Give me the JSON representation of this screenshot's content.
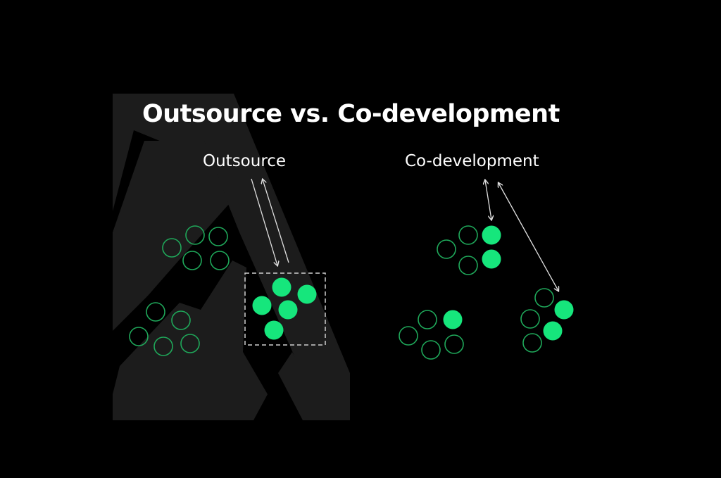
{
  "slide": {
    "title": "Outsource vs. Co-development",
    "outsource_label": "Outsource",
    "codev_label": "Co-development"
  },
  "colors": {
    "background": "#000000",
    "watermark": "#1c1c1c",
    "accent_green": "#16e67c",
    "outline_green": "#1fa85a",
    "arrow": "#e0e0e0"
  }
}
